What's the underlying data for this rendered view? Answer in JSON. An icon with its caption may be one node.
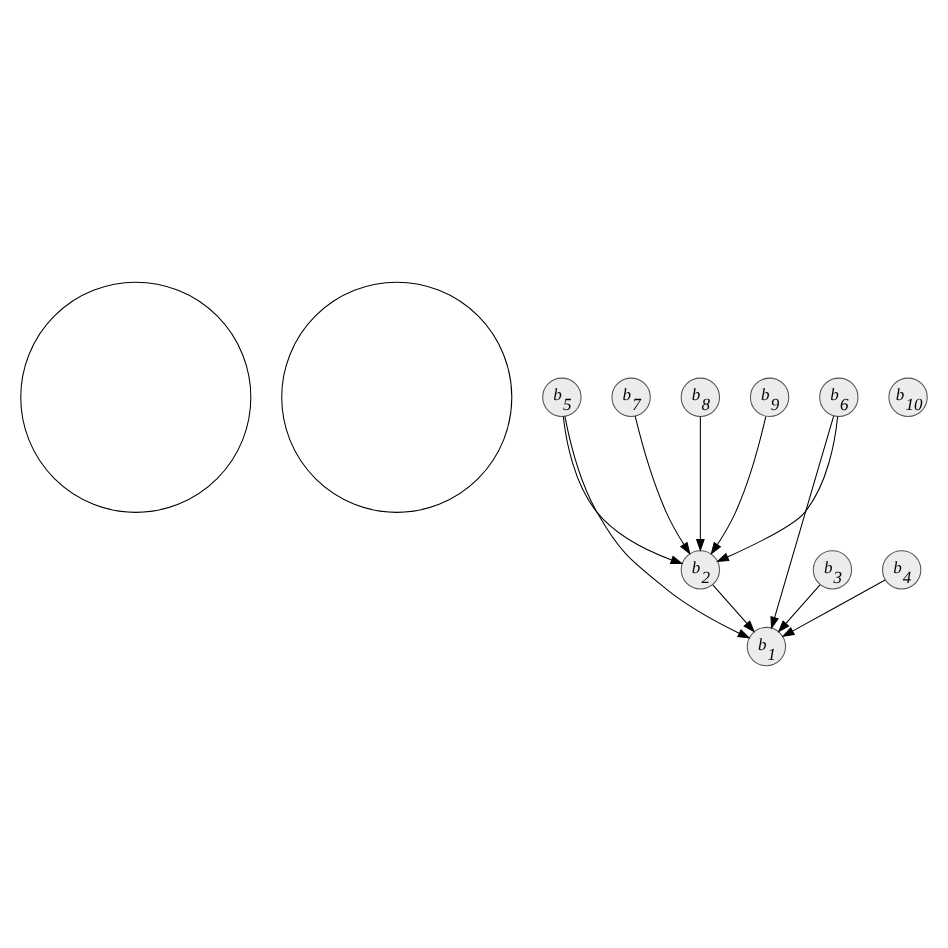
{
  "diagram": {
    "nodes": [
      {
        "text": [],
        "shape": "circle"
      },
      {
        "text": [],
        "shape": "circle"
      },
      {
        "text": [
          "*b*$_{1}$"
        ]
      },
      {
        "text": [
          "*b*$_{2}$"
        ]
      },
      {
        "text": [
          "*b*$_{3}$"
        ]
      },
      {
        "text": [
          "*b*$_{4}$"
        ]
      },
      {
        "text": [
          "*b*$_{5}$"
        ]
      },
      {
        "text": [
          "*b*$_{6}$"
        ]
      },
      {
        "text": [
          "*b*$_{7}$"
        ]
      },
      {
        "text": [
          "*b*$_{8}$"
        ]
      },
      {
        "text": [
          "*b*$_{9}$"
        ]
      },
      {
        "text": [
          "*b*$_{10}$"
        ]
      }
    ],
    "edges": [
      {
        "from": 4,
        "to": 2,
        "arrow": "to"
      },
      {
        "from": 5,
        "to": 2,
        "arrow": "to"
      },
      {
        "from": 6,
        "to": 2,
        "arrow": "to"
      },
      {
        "from": 6,
        "to": 3,
        "arrow": "to"
      },
      {
        "from": 3,
        "to": 2,
        "arrow": "to"
      },
      {
        "from": 7,
        "to": 2,
        "arrow": "to"
      },
      {
        "from": 7,
        "to": 3,
        "arrow": "to"
      },
      {
        "from": 8,
        "to": 3,
        "arrow": "to"
      },
      {
        "from": 9,
        "to": 3,
        "arrow": "to"
      },
      {
        "from": 10,
        "to": 3,
        "arrow": "to"
      }
    ]
  }
}
